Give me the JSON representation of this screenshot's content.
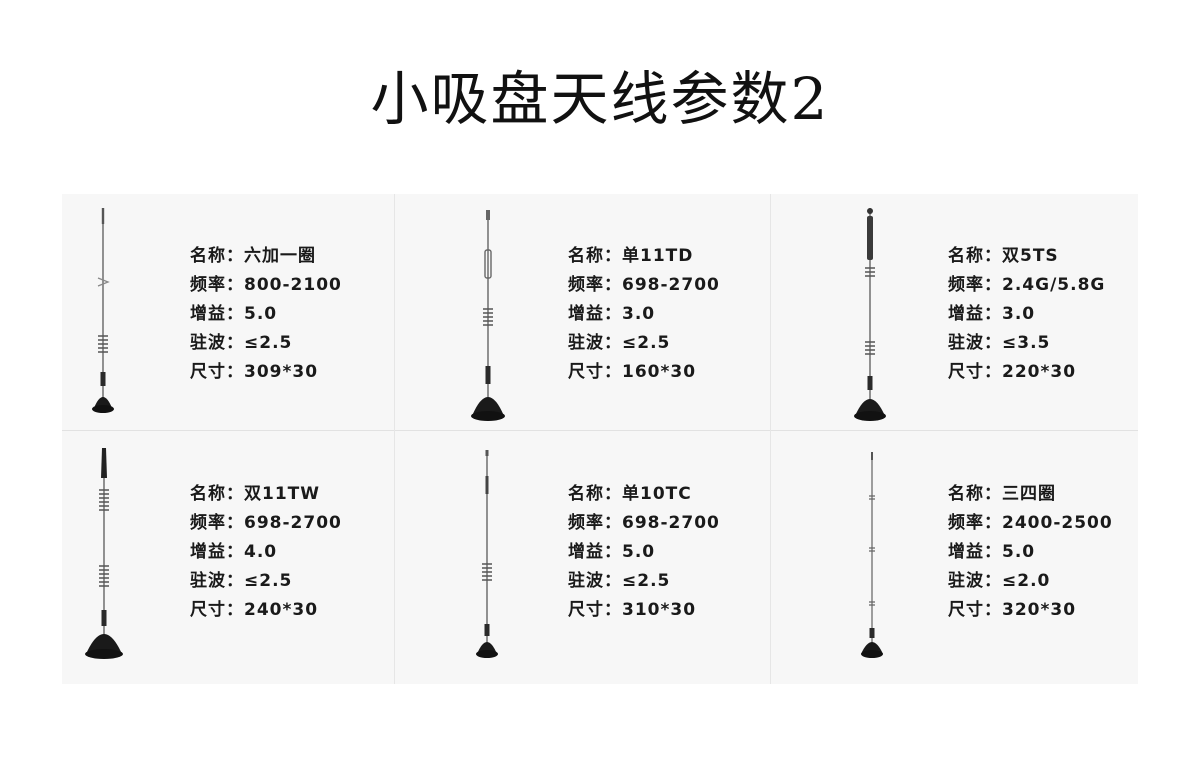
{
  "title": "小吸盘天线参数2",
  "labels": {
    "name": "名称：",
    "freq": "频率：",
    "gain": "增益：",
    "vswr": "驻波：",
    "size": "尺寸："
  },
  "antennas": [
    {
      "name": "六加一圈",
      "freq": "800-2100",
      "gain": "5.0",
      "vswr": "≤2.5",
      "size": "309*30"
    },
    {
      "name": "单11TD",
      "freq": "698-2700",
      "gain": "3.0",
      "vswr": "≤2.5",
      "size": "160*30"
    },
    {
      "name": "双5TS",
      "freq": "2.4G/5.8G",
      "gain": "3.0",
      "vswr": "≤3.5",
      "size": "220*30"
    },
    {
      "name": "双11TW",
      "freq": "698-2700",
      "gain": "4.0",
      "vswr": "≤2.5",
      "size": "240*30"
    },
    {
      "name": "单10TC",
      "freq": "698-2700",
      "gain": "5.0",
      "vswr": "≤2.5",
      "size": "310*30"
    },
    {
      "name": "三四圈",
      "freq": "2400-2500",
      "gain": "5.0",
      "vswr": "≤2.0",
      "size": "320*30"
    }
  ]
}
